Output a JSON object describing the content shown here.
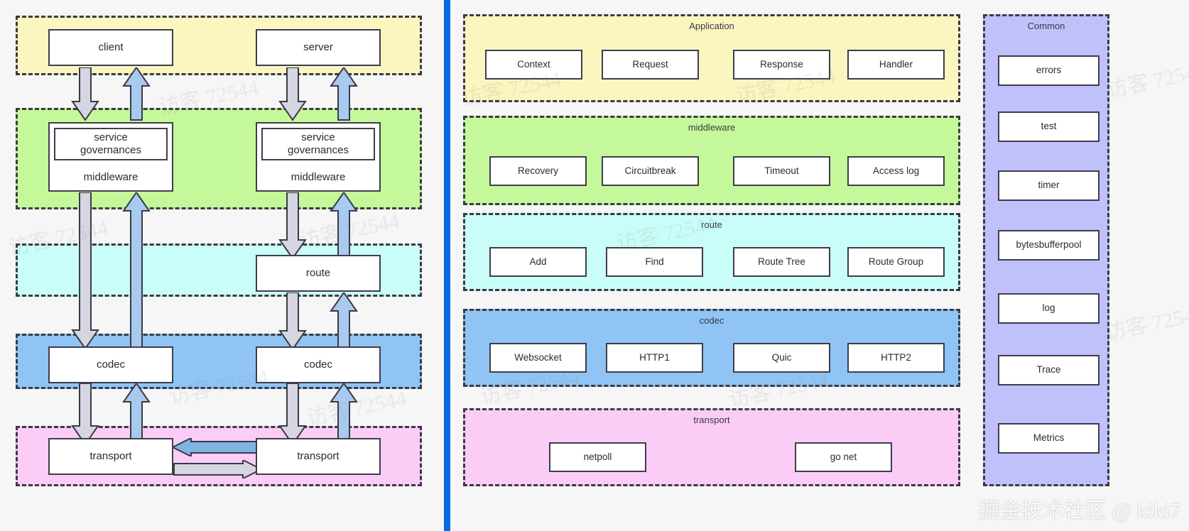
{
  "colors": {
    "application": "#fbf5c0",
    "middleware": "#c5f89a",
    "route": "#c9fdf7",
    "codec": "#8fc4f5",
    "transport": "#fbcdf6",
    "common": "#c0c0fb",
    "divider": "#0a6ae1",
    "border": "#3a3a46",
    "arrow_down": "#d6d6e2",
    "arrow_up": "#a8caf0"
  },
  "left_panel": {
    "name": "call-flow-diagram",
    "bands": [
      {
        "key": "application",
        "title": "",
        "color": "#fbf5c0"
      },
      {
        "key": "middleware",
        "title": "",
        "color": "#c5f89a"
      },
      {
        "key": "route",
        "title": "",
        "color": "#c9fdf7"
      },
      {
        "key": "codec",
        "title": "",
        "color": "#8fc4f5"
      },
      {
        "key": "transport",
        "title": "",
        "color": "#fbcdf6"
      }
    ],
    "nodes": {
      "client": "client",
      "server": "server",
      "service_governances_left": "service\ngovernances",
      "middleware_left": "middleware",
      "service_governances_right": "service\ngovernances",
      "middleware_right": "middleware",
      "route": "route",
      "codec_left": "codec",
      "codec_right": "codec",
      "transport_left": "transport",
      "transport_right": "transport"
    },
    "service_governances_line1": "service",
    "service_governances_line2": "governances"
  },
  "middle_panel": {
    "name": "framework-layers",
    "layers": [
      {
        "key": "application",
        "title": "Application",
        "color": "#fbf5c0",
        "items": [
          "Context",
          "Request",
          "Response",
          "Handler"
        ]
      },
      {
        "key": "middleware",
        "title": "middleware",
        "color": "#c5f89a",
        "items": [
          "Recovery",
          "Circuitbreak",
          "Timeout",
          "Access log"
        ]
      },
      {
        "key": "route",
        "title": "route",
        "color": "#c9fdf7",
        "items": [
          "Add",
          "Find",
          "Route Tree",
          "Route Group"
        ]
      },
      {
        "key": "codec",
        "title": "codec",
        "color": "#8fc4f5",
        "items": [
          "Websocket",
          "HTTP1",
          "Quic",
          "HTTP2"
        ]
      },
      {
        "key": "transport",
        "title": "transport",
        "color": "#fbcdf6",
        "items": [
          "netpoll",
          "go net"
        ]
      }
    ]
  },
  "right_panel": {
    "name": "common-modules",
    "title": "Common",
    "color": "#c0c0fb",
    "items": [
      "errors",
      "test",
      "timer",
      "bytesbufferpool",
      "log",
      "Trace",
      "Metrics"
    ]
  },
  "watermarks": {
    "repeat_text": "访客 72544",
    "brand": "掘金技术社区 @ kiki7"
  }
}
